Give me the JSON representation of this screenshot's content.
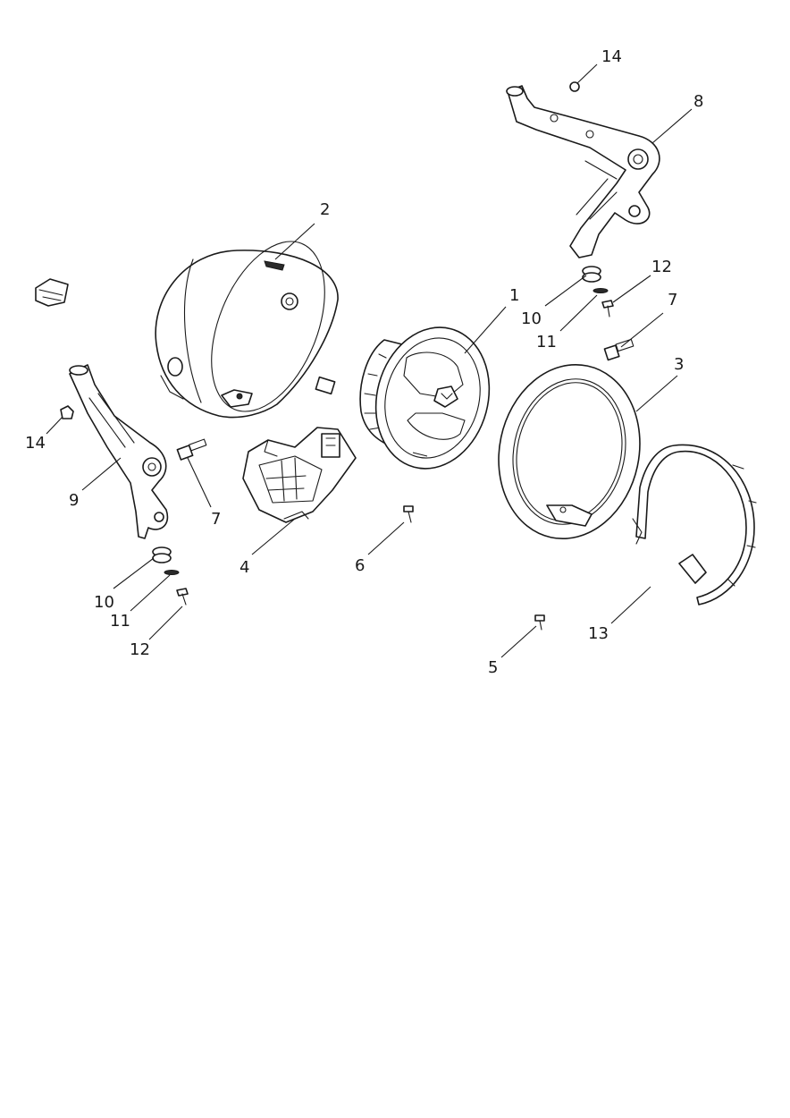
{
  "callouts": {
    "c1": "1",
    "c2": "2",
    "c3": "3",
    "c4": "4",
    "c5": "5",
    "c6": "6",
    "c7a": "7",
    "c7b": "7",
    "c8": "8",
    "c9": "9",
    "c10a": "10",
    "c10b": "10",
    "c11a": "11",
    "c11b": "11",
    "c12a": "12",
    "c12b": "12",
    "c13": "13",
    "c14a": "14",
    "c14b": "14"
  }
}
